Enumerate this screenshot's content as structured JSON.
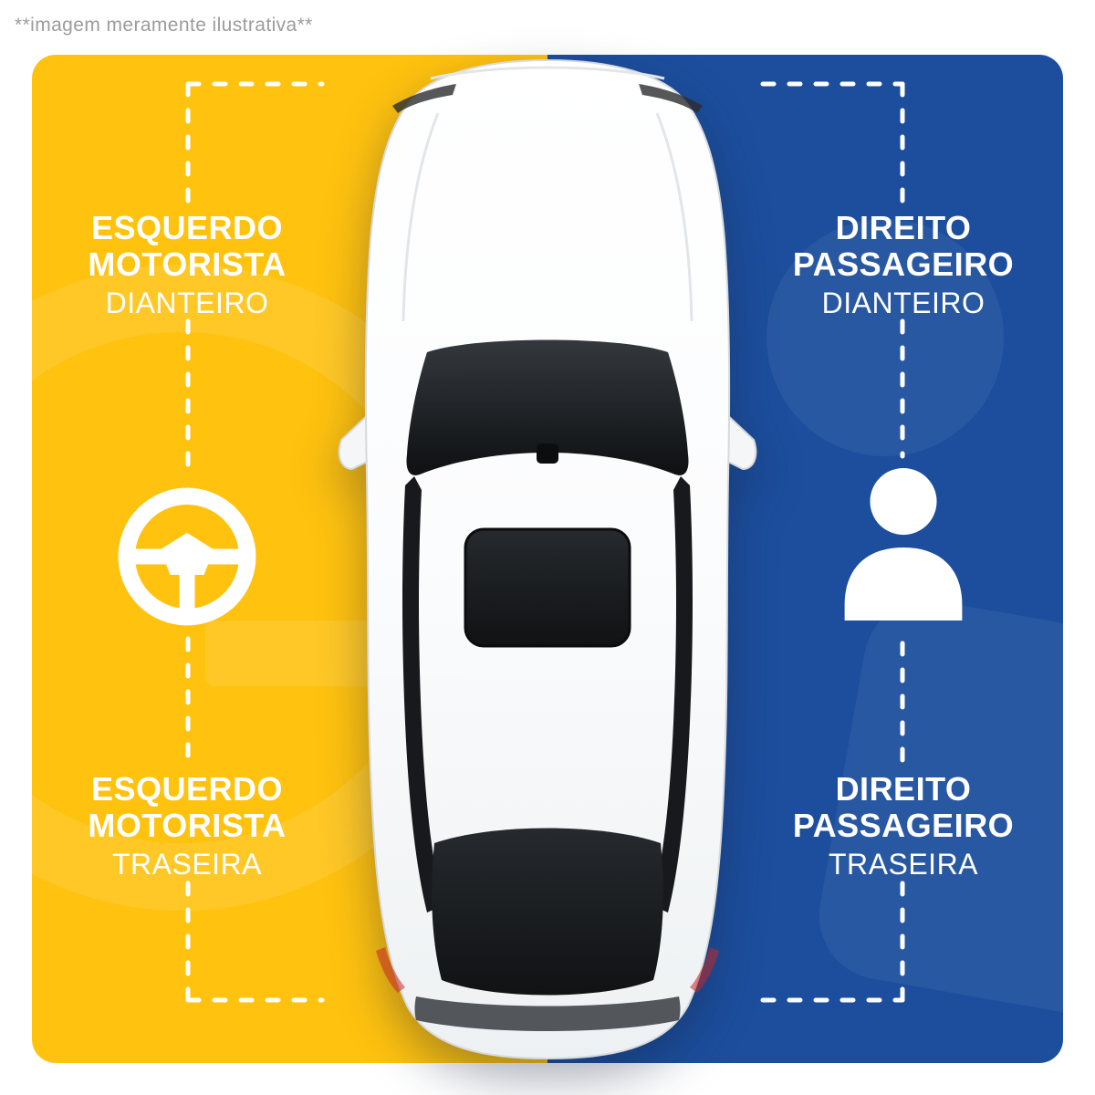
{
  "disclaimer": "**imagem meramente ilustrativa**",
  "panels": {
    "left": {
      "side": "driver",
      "color": "#FFC20E"
    },
    "right": {
      "side": "passenger",
      "color": "#1C4E9D"
    }
  },
  "labels": {
    "front_left": {
      "line1": "ESQUERDO",
      "line2": "MOTORISTA",
      "line3": "DIANTEIRO"
    },
    "front_right": {
      "line1": "DIREITO",
      "line2": "PASSAGEIRO",
      "line3": "DIANTEIRO"
    },
    "rear_left": {
      "line1": "ESQUERDO",
      "line2": "MOTORISTA",
      "line3": "TRASEIRA"
    },
    "rear_right": {
      "line1": "DIREITO",
      "line2": "PASSAGEIRO",
      "line3": "TRASEIRA"
    }
  },
  "icons": {
    "left": "steering-wheel-icon",
    "right": "passenger-icon"
  },
  "colors": {
    "yellow": "#FFC20E",
    "blue": "#1C4E9D",
    "label_text": "#FFFFFF",
    "disclaimer_text": "#9C9C9C",
    "dashed_line": "#FFFFFF"
  }
}
